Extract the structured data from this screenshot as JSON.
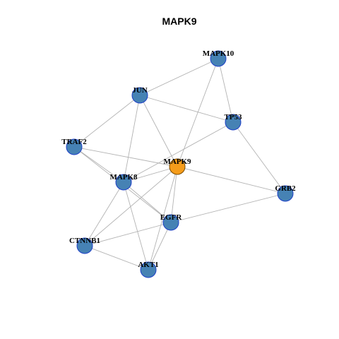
{
  "title": "MAPK9",
  "colors": {
    "node_fill": "#4682b4",
    "node_stroke": "#1e40c8",
    "center_fill": "#f59c1a",
    "edge": "#b3b3b3"
  },
  "nodes": [
    {
      "id": "MAPK10",
      "label": "MAPK10",
      "center": false
    },
    {
      "id": "JUN",
      "label": "JUN",
      "center": false
    },
    {
      "id": "TP53",
      "label": "TP53",
      "center": false
    },
    {
      "id": "TRAF2",
      "label": "TRAF2",
      "center": false
    },
    {
      "id": "MAPK9",
      "label": "MAPK9",
      "center": true
    },
    {
      "id": "MAPK8",
      "label": "MAPK8",
      "center": false
    },
    {
      "id": "GRB2",
      "label": "GRB2",
      "center": false
    },
    {
      "id": "EGFR",
      "label": "EGFR",
      "center": false
    },
    {
      "id": "CTNNB1",
      "label": "CTNNB1",
      "center": false
    },
    {
      "id": "AKT1",
      "label": "AKT1",
      "center": false
    }
  ],
  "edges": [
    [
      "JUN",
      "MAPK10"
    ],
    [
      "MAPK10",
      "TP53"
    ],
    [
      "MAPK10",
      "MAPK9"
    ],
    [
      "JUN",
      "TP53"
    ],
    [
      "JUN",
      "TRAF2"
    ],
    [
      "JUN",
      "MAPK9"
    ],
    [
      "JUN",
      "MAPK8"
    ],
    [
      "TP53",
      "MAPK8"
    ],
    [
      "TP53",
      "GRB2"
    ],
    [
      "TRAF2",
      "MAPK9"
    ],
    [
      "TRAF2",
      "MAPK8"
    ],
    [
      "TRAF2",
      "EGFR"
    ],
    [
      "MAPK9",
      "MAPK8"
    ],
    [
      "MAPK9",
      "GRB2"
    ],
    [
      "MAPK9",
      "EGFR"
    ],
    [
      "MAPK9",
      "CTNNB1"
    ],
    [
      "MAPK9",
      "AKT1"
    ],
    [
      "MAPK8",
      "EGFR"
    ],
    [
      "MAPK8",
      "CTNNB1"
    ],
    [
      "MAPK8",
      "AKT1"
    ],
    [
      "GRB2",
      "EGFR"
    ],
    [
      "EGFR",
      "CTNNB1"
    ],
    [
      "EGFR",
      "AKT1"
    ],
    [
      "CTNNB1",
      "AKT1"
    ]
  ]
}
